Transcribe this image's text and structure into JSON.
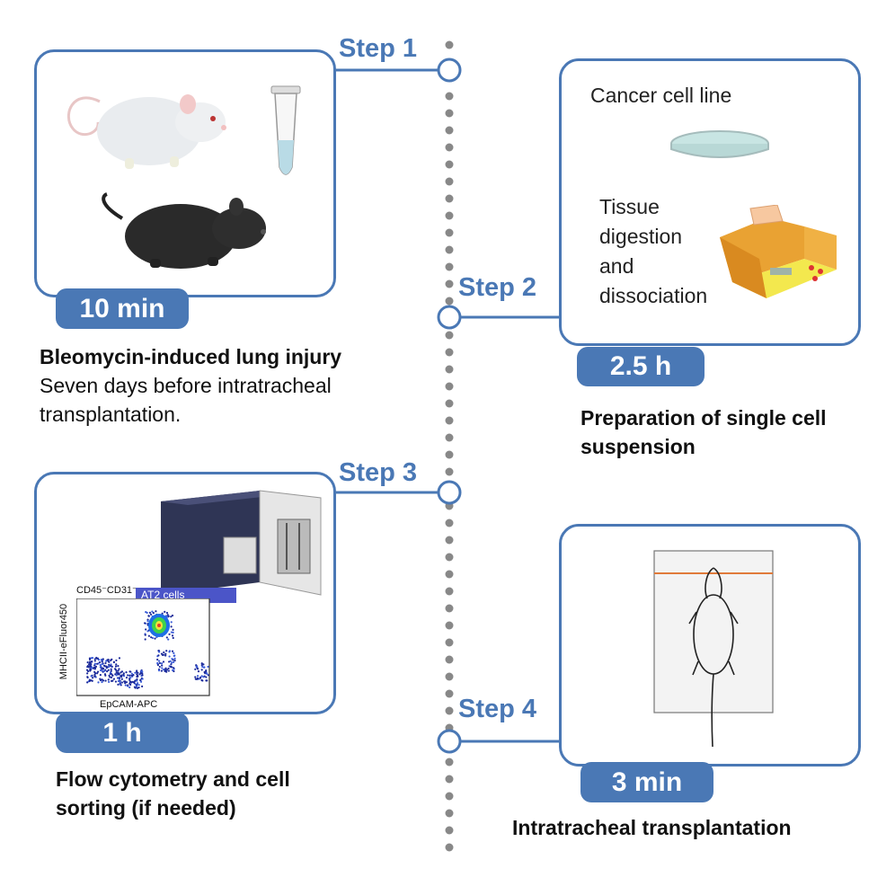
{
  "steps": [
    {
      "label": "Step 1",
      "duration": "10 min",
      "title": "Bleomycin-induced lung injury",
      "description": "Seven days before intratracheal transplantation."
    },
    {
      "label": "Step 2",
      "duration": "2.5 h",
      "title": "Preparation of single cell suspension",
      "panel_text_1": "Cancer cell line",
      "panel_text_2_lines": [
        "Tissue",
        "digestion",
        "and",
        "dissociation"
      ]
    },
    {
      "label": "Step 3",
      "duration": "1 h",
      "title": "Flow cytometry and cell sorting (if needed)",
      "plot": {
        "gate_header": "CD45⁻CD31⁻",
        "gate_label": "AT2 cells",
        "y_axis": "MHCII-eFluor450",
        "x_axis": "EpCAM-APC"
      }
    },
    {
      "label": "Step 4",
      "duration": "3 min",
      "title": "Intratracheal transplantation"
    }
  ],
  "colors": {
    "accent": "#4a78b5",
    "timeline_dot": "#888888"
  }
}
